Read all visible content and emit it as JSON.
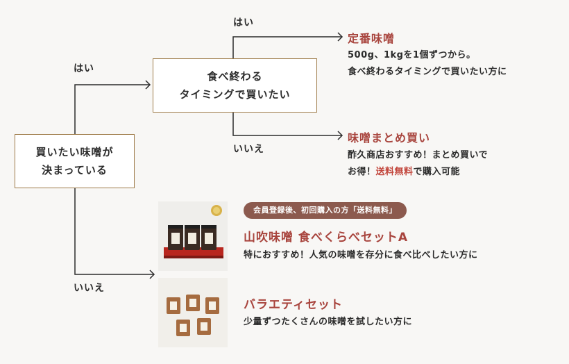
{
  "flow": {
    "start_line1": "買いたい味噌が",
    "start_line2": "決まっている",
    "timing_line1": "食べ終わる",
    "timing_line2": "タイミングで買いたい",
    "label_yes_1": "はい",
    "label_no_1": "いいえ",
    "label_yes_2": "はい",
    "label_no_2": "いいえ"
  },
  "options": [
    {
      "title": "定番味噌",
      "desc_line1": "500g、1kgを1個ずつから。",
      "desc_line2": "食べ終わるタイミングで買いたい方に"
    },
    {
      "title": "味噌まとめ買い",
      "desc_line1": "酢久商店おすすめ！まとめ買いで",
      "desc_line2_pre": "お得！",
      "desc_line2_highlight": "送料無料",
      "desc_line2_post": "で購入可能"
    }
  ],
  "products": [
    {
      "badge": "会員登録後、初回購入の方「送料無料」",
      "title": "山吹味噌 食べくらべセットA",
      "desc": "特におすすめ！人気の味噌を存分に食べ比べしたい方に"
    },
    {
      "title": "バラエティセット",
      "desc": "少量ずつたくさんの味噌を試したい方に"
    }
  ],
  "colors": {
    "accent": "#a8443d",
    "border": "#9d7a47",
    "badge_bg": "#8c5a4e",
    "highlight": "#c2463c",
    "background": "#f8f7f5"
  }
}
